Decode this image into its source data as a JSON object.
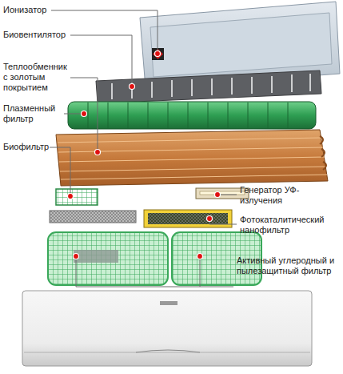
{
  "diagram": {
    "labels": [
      "Ионизатор",
      "Биовентилятор",
      "Теплообменник с золотым покрытием",
      "Плазменный фильтр",
      "Биофильтр",
      "Генератор УФ-излучения",
      "Фотокаталитический нанофильтр",
      "Активный углеродный и пылезащитный фильтр"
    ]
  }
}
